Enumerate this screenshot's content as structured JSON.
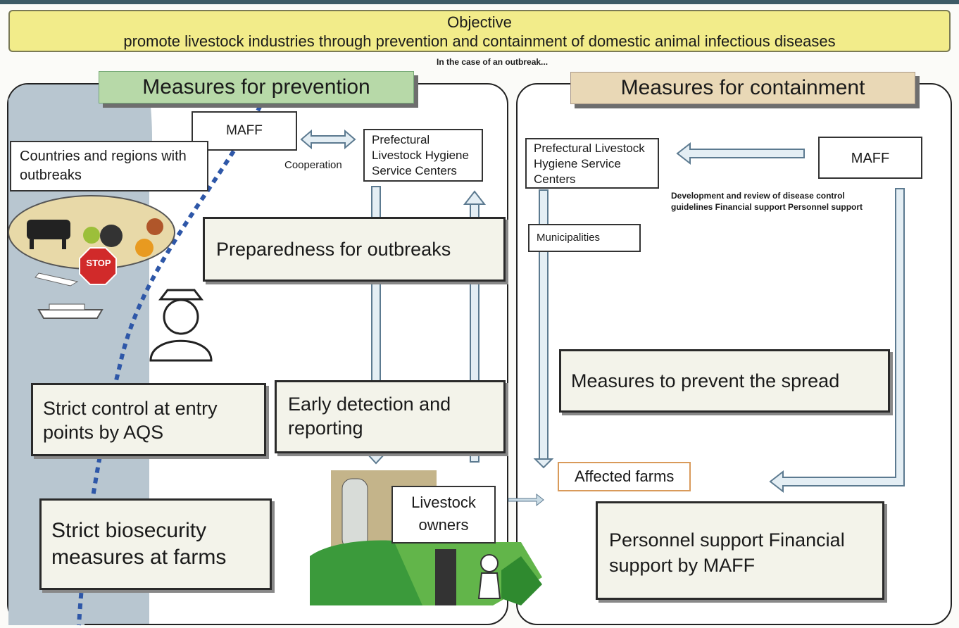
{
  "objective": {
    "title": "Objective",
    "text": "promote livestock industries through prevention and containment of domestic animal infectious diseases"
  },
  "case_note": "In the case of an outbreak...",
  "prevention": {
    "header": "Measures for prevention",
    "maff": "MAFF",
    "cooperation": "Cooperation",
    "prefectural": "Prefectural Livestock Hygiene Service Centers",
    "countries": "Countries and regions with outbreaks",
    "stop_sign": "STOP",
    "preparedness": "Preparedness for outbreaks",
    "strict_control": "Strict control at entry points by AQS",
    "early_detection": "Early detection and reporting",
    "biosecurity": "Strict biosecurity measures at farms",
    "livestock_owners": "Livestock owners"
  },
  "containment": {
    "header": "Measures for containment",
    "prefectural": "Prefectural Livestock Hygiene Service Centers",
    "maff": "MAFF",
    "dev_note": "Development and review of disease control guidelines Financial support Personnel support",
    "municipalities": "Municipalities",
    "prevent_spread": "Measures to prevent the spread",
    "affected_farms": "Affected farms",
    "support": "Personnel support Financial support by MAFF"
  },
  "colors": {
    "objective_bg": "#f2ec8a",
    "prevention_header_bg": "#b7d9a8",
    "containment_header_bg": "#e9d8b6",
    "sea": "#b8c6d0",
    "arrow_fill": "#e4eef4",
    "arrow_stroke": "#5c7a90",
    "border_dots": "#2e57a8",
    "affected_farms_border": "#d99a5a"
  }
}
